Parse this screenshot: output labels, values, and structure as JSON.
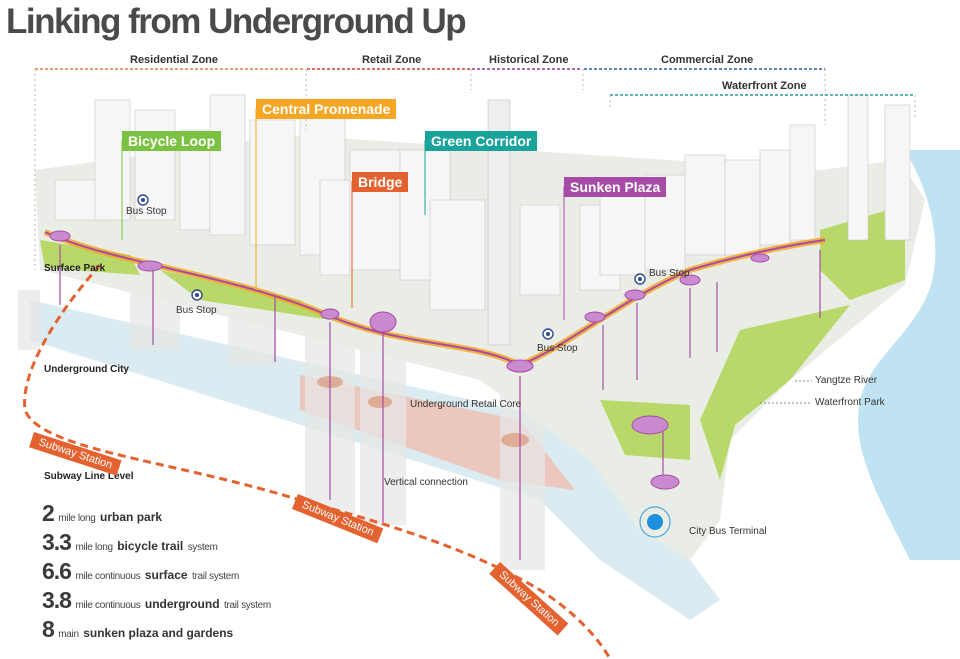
{
  "title": "Linking from Underground Up",
  "zones": {
    "residential": "Residential Zone",
    "retail": "Retail Zone",
    "historical": "Historical Zone",
    "commercial": "Commercial Zone",
    "waterfront": "Waterfront Zone"
  },
  "features": {
    "bicycle_loop": "Bicycle Loop",
    "central_promenade": "Central Promenade",
    "bridge": "Bridge",
    "green_corridor": "Green Corridor",
    "sunken_plaza": "Sunken Plaza"
  },
  "levels": {
    "surface_park": "Surface Park",
    "underground_city": "Underground City",
    "subway_line": "Subway Line Level"
  },
  "annotations": {
    "bus_stop": "Bus Stop",
    "underground_retail_core": "Underground Retail Core",
    "vertical_connection": "Vertical connection",
    "city_bus_terminal": "City Bus Terminal",
    "yangtze_river": "Yangtze River",
    "waterfront_park": "Waterfront Park",
    "subway_station": "Subway Station"
  },
  "stats": [
    {
      "num": "2",
      "pre": "mile long",
      "bold": "urban park",
      "post": ""
    },
    {
      "num": "3.3",
      "pre": "mile long",
      "bold": "bicycle trail",
      "post": "system"
    },
    {
      "num": "6.6",
      "pre": "mile continuous",
      "bold": "surface",
      "post": "trail system"
    },
    {
      "num": "3.8",
      "pre": "mile continuous",
      "bold": "underground",
      "post": "trail system"
    },
    {
      "num": "8",
      "pre": "main",
      "bold": "sunken plaza and gardens",
      "post": ""
    }
  ],
  "colors": {
    "residential": "#e8813a",
    "retail": "#d23a3a",
    "historical": "#8a3e8c",
    "commercial": "#2f5ea3",
    "waterfront": "#2a9a96",
    "bicycle_loop": "#7cc242",
    "central_promenade": "#f5a623",
    "bridge": "#e4622f",
    "green_corridor": "#1aa39a",
    "sunken_plaza": "#a64ca6",
    "subway": "#e4622f",
    "river": "#bfe3f2",
    "park": "#b8d96a"
  }
}
